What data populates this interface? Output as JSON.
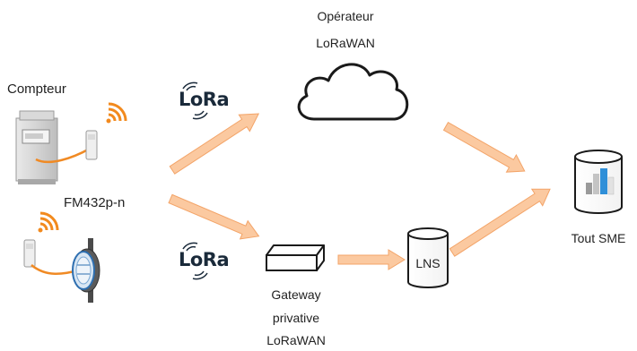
{
  "labels": {
    "operator_line1": "Opérateur",
    "operator_line2": "LoRaWAN",
    "meter": "Compteur",
    "device": "FM432p-n",
    "gateway_line1": "Gateway",
    "gateway_line2": "privative",
    "gateway_line3": "LoRaWAN",
    "lns": "LNS",
    "sme": "Tout SME"
  },
  "logos": {
    "lora_top": "LoRa",
    "lora_bottom": "LoRa"
  },
  "icons": [
    "wifi-signal-icon",
    "gas-meter-icon",
    "water-meter-icon",
    "cloud-icon",
    "gateway-icon",
    "database-icon",
    "bar-chart-icon",
    "arrow-icon"
  ],
  "colors": {
    "arrow_fill": "#fbc9a0",
    "arrow_stroke": "#f3a468",
    "signal": "#f28a1e",
    "wire": "#f08a24",
    "chart_blue": "#2f8fd8"
  }
}
